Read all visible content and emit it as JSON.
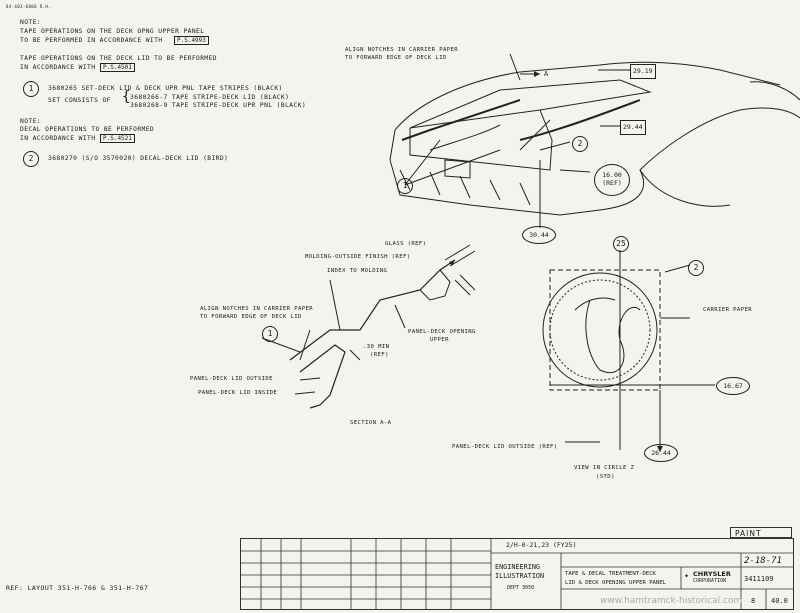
{
  "header_code": "84-403-6000 R.H.",
  "notes": {
    "note1_title": "NOTE:",
    "note1_l1": "TAPE OPERATIONS ON THE DECK OPNG UPPER PANEL",
    "note1_l2": "TO BE PERFORMED IN ACCORDANCE WITH",
    "note1_ps": "P.S.4993",
    "note2_l1": "TAPE OPERATIONS ON THE DECK LID TO BE PERFORMED",
    "note2_l2": "IN ACCORDANCE WITH",
    "note2_ps": "P.S.4501",
    "item1_num": "1",
    "item1_l1": "3680265 SET-DECK LID & DECK UPR PNL TAPE STRIPES (BLACK)",
    "item1_l2": "SET CONSISTS OF",
    "item1_l3": "3680266-7 TAPE STRIPE-DECK LID (BLACK)",
    "item1_l4": "3680268-9 TAPE STRIPE-DECK UPR PNL (BLACK)",
    "note3_title": "NOTE:",
    "note3_l1": "DECAL OPERATIONS TO BE PERFORMED",
    "note3_l2": "IN ACCORDANCE WITH",
    "note3_ps": "P.S.4521",
    "item2_num": "2",
    "item2_l1": "3680270 (S/O 3570020) DECAL-DECK LID (BIRD)"
  },
  "car_view": {
    "align_l1": "ALIGN NOTCHES IN CARRIER PAPER",
    "align_l2": "TO FORWARD EDGE OF DECK LID",
    "arrow_a": "A",
    "dim_2919": "29.19",
    "dim_2944": "29.44",
    "dim_1600": "16.00",
    "dim_ref": "(REF)",
    "dim_3044": "30.44",
    "callout_1": "1",
    "callout_2": "2"
  },
  "section": {
    "glass": "GLASS (REF)",
    "molding": "MOLDING-OUTSIDE FINISH (REF)",
    "index": "INDEX TO MOLDING",
    "align_l1": "ALIGN NOTCHES IN CARRIER PAPER",
    "align_l2": "TO FORWARD EDGE OF DECK LID",
    "panel_open_l1": "PANEL-DECK OPENING",
    "panel_open_l2": "UPPER",
    "dim_30": ".30 MIN",
    "dim_ref": "(REF)",
    "outside": "PANEL-DECK LID OUTSIDE",
    "inside": "PANEL-DECK LID INSIDE",
    "title": "SECTION A-A",
    "callout_1": "1"
  },
  "circle_view": {
    "dim_25": "25",
    "callout_2": "2",
    "carrier": "CARRIER PAPER",
    "dim_1667": "16.67",
    "dim_2644": "26.44",
    "panel_outside": "PANEL-DECK LID OUTSIDE (REF)",
    "title": "VIEW IN CIRCLE Z",
    "sub": "(STD)"
  },
  "title_block": {
    "paint": "PAINT",
    "model": "2/H-0-21,23 (FY25)",
    "eng_l1": "ENGINEERING",
    "eng_l2": "ILLUSTRATION",
    "dept": "DEPT 3050",
    "desc_l1": "TAPE & DECAL TREATMENT-DECK",
    "desc_l2": "LID & DECK OPENING UPPER PANEL",
    "brand": "CHRYSLER",
    "brand_sub": "CORPORATION",
    "date": "2-18-71",
    "number": "3411109",
    "section": "8",
    "page": "40.0"
  },
  "ref_line": "REF: LAYOUT 351-H-766 & 351-H-767",
  "watermark": "www.hamtramck-historical.com"
}
